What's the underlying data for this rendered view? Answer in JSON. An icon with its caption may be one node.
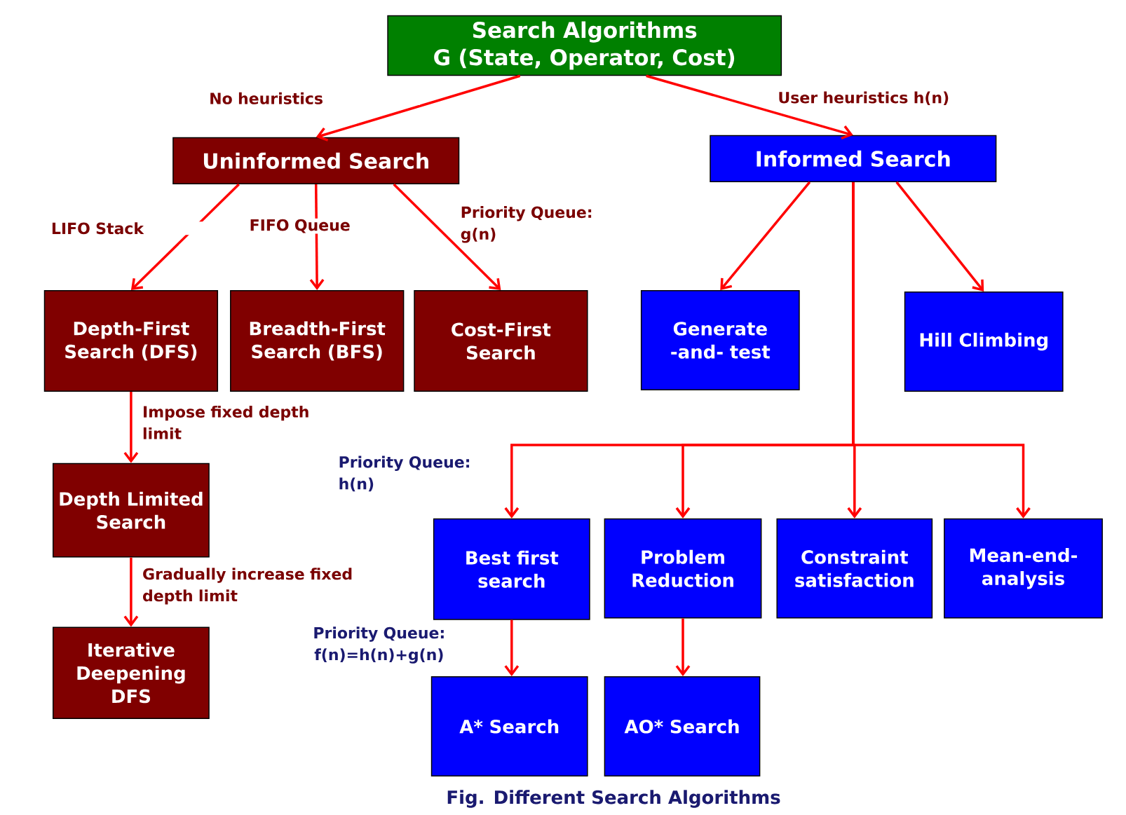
{
  "diagram": {
    "caption": "Fig. Different Search Algorithms",
    "nodes": [
      {
        "text": [
          "Search Algorithms",
          "G (State, Operator, Cost)"
        ]
      },
      {
        "text": [
          "Uninformed Search"
        ]
      },
      {
        "text": [
          "Informed Search"
        ]
      },
      {
        "text": [
          "Depth-First Search (DFS)"
        ]
      },
      {
        "text": [
          "Breadth-First Search (BFS)"
        ]
      },
      {
        "text": [
          "Cost-First Search"
        ]
      },
      {
        "text": [
          "Generate -and- test"
        ]
      },
      {
        "text": [
          "Hill Climbing"
        ]
      },
      {
        "text": [
          "Depth Limited Search"
        ]
      },
      {
        "text": [
          "Iterative Deepening DFS"
        ]
      },
      {
        "text": [
          "Best first search"
        ]
      },
      {
        "text": [
          "Problem Reduction"
        ]
      },
      {
        "text": [
          "Constraint satisfaction"
        ]
      },
      {
        "text": [
          "Mean-end-analysis"
        ]
      },
      {
        "text": [
          "A* Search"
        ]
      },
      {
        "text": [
          "AO* Search"
        ]
      }
    ],
    "edges": [
      {
        "from": 0,
        "to": 1,
        "arrow": "to",
        "label": "No heuristics"
      },
      {
        "from": 0,
        "to": 2,
        "arrow": "to",
        "label": "User heuristics h(n)"
      },
      {
        "from": 1,
        "to": 3,
        "arrow": "to",
        "label": "LIFO Stack"
      },
      {
        "from": 1,
        "to": 4,
        "arrow": "to",
        "label": "FIFO Queue"
      },
      {
        "from": 1,
        "to": 5,
        "arrow": "to",
        "label": "Priority Queue: g(n)"
      },
      {
        "from": 2,
        "to": 6,
        "arrow": "to"
      },
      {
        "from": 2,
        "to": 7,
        "arrow": "to"
      },
      {
        "from": 2,
        "to": 10,
        "arrow": "to",
        "label": "Priority Queue: h(n)"
      },
      {
        "from": 2,
        "to": 11,
        "arrow": "to"
      },
      {
        "from": 2,
        "to": 12,
        "arrow": "to"
      },
      {
        "from": 2,
        "to": 13,
        "arrow": "to"
      },
      {
        "from": 3,
        "to": 8,
        "arrow": "to",
        "label": "Impose fixed depth limit"
      },
      {
        "from": 8,
        "to": 9,
        "arrow": "to",
        "label": "Gradually increase fixed depth limit"
      },
      {
        "from": 10,
        "to": 14,
        "arrow": "to",
        "label": "Priority Queue: f(n)=h(n)+g(n)"
      },
      {
        "from": 11,
        "to": 15,
        "arrow": "to"
      }
    ]
  }
}
